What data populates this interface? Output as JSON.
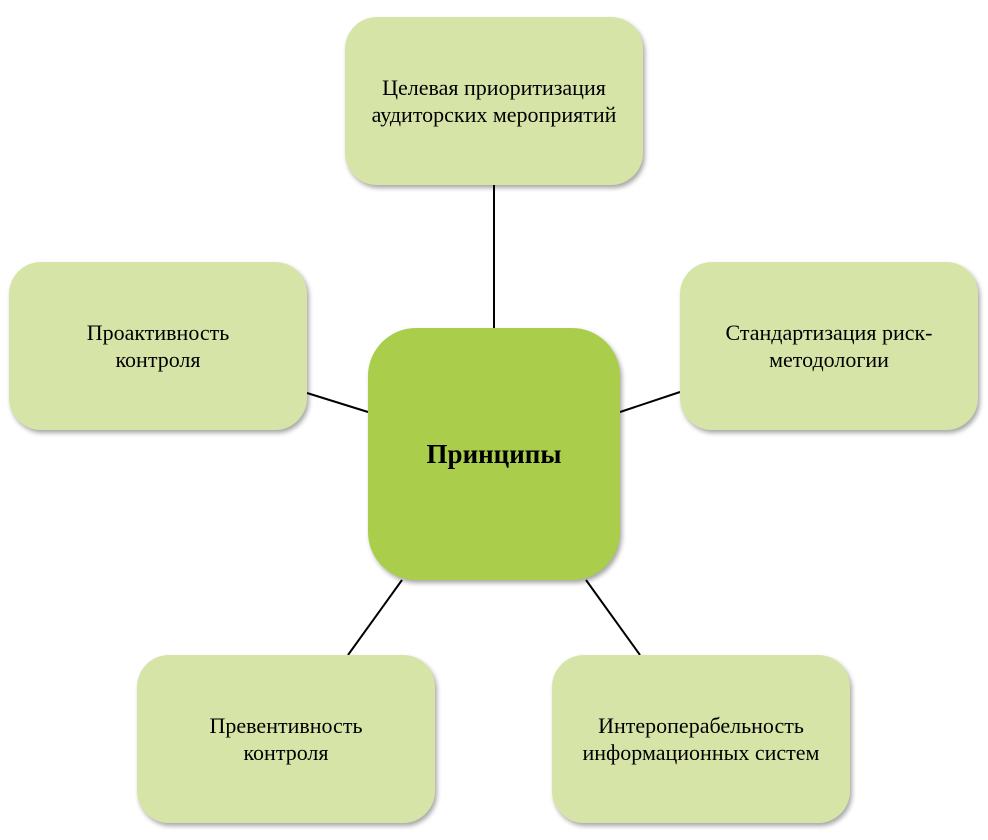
{
  "center": {
    "label": "Принципы"
  },
  "nodes": [
    {
      "label": "Целевая приоритизация аудиторских мероприятий"
    },
    {
      "label": "Проактивность контроля"
    },
    {
      "label": "Стандартизация риск-методологии"
    },
    {
      "label": "Превентивность контроля"
    },
    {
      "label": "Интероперабельность информационных систем"
    }
  ],
  "colors": {
    "center": "#aace4c",
    "node": "#d7e4a8",
    "line": "#000000"
  }
}
